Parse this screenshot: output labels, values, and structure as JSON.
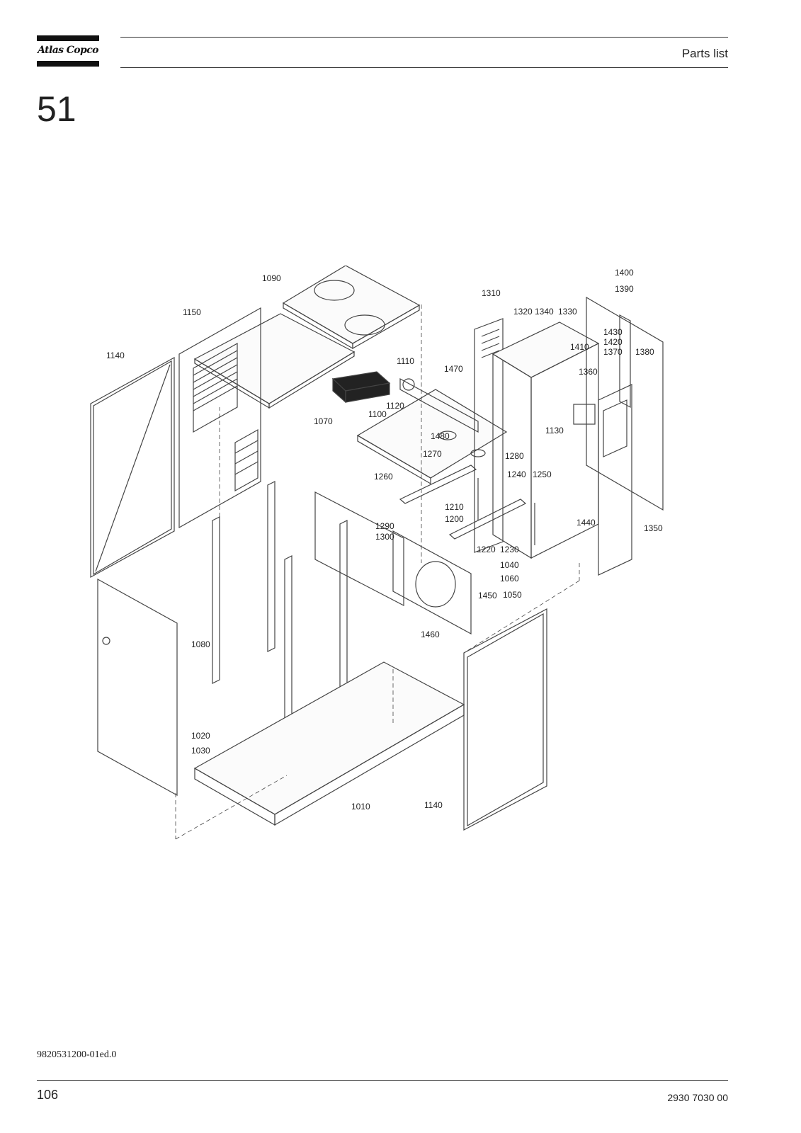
{
  "header": {
    "brand": "Atlas Copco",
    "title": "Parts list"
  },
  "section": {
    "number": "51"
  },
  "diagram": {
    "callouts": [
      "1400",
      "1390",
      "1090",
      "1310",
      "1320",
      "1340",
      "1330",
      "1150",
      "1430",
      "1420",
      "1370",
      "1380",
      "1410",
      "1140",
      "1110",
      "1470",
      "1360",
      "1120",
      "1100",
      "1070",
      "1130",
      "1480",
      "1270",
      "1280",
      "1260",
      "1240",
      "1250",
      "1290",
      "1210",
      "1300",
      "1200",
      "1440",
      "1350",
      "1220",
      "1230",
      "1040",
      "1060",
      "1450",
      "1050",
      "1080",
      "1460",
      "1020",
      "1030",
      "1010",
      "1140"
    ]
  },
  "footer": {
    "doc_code": "9820531200-01ed.0",
    "page_number": "106",
    "part_number": "2930 7030 00"
  }
}
